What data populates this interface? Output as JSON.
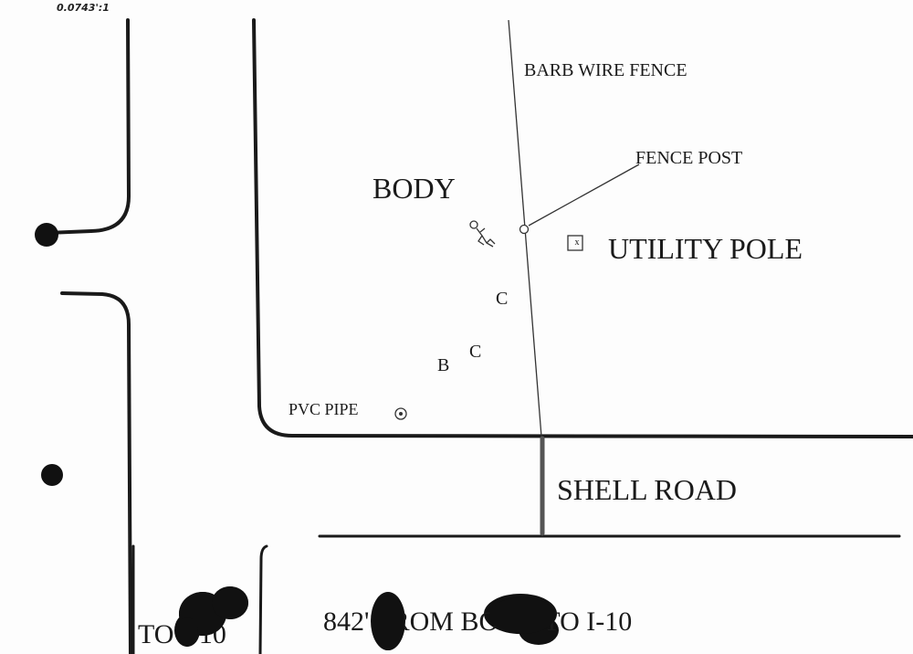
{
  "scale_label": "0.0743':1",
  "labels": {
    "barb_wire_fence": "BARB WIRE FENCE",
    "fence_post": "FENCE POST",
    "body": "BODY",
    "utility_pole": "UTILITY POLE",
    "utility_pole_marker": "x",
    "c_upper": "C",
    "c_lower": "C",
    "b": "B",
    "pvc_pipe": "PVC PIPE",
    "shell_road": "SHELL ROAD",
    "to_i10": "TO I-10",
    "distance_note": "842' FROM BODY TO I-10"
  },
  "colors": {
    "ink": "#1a1a1a",
    "paper": "#fdfdfd"
  }
}
